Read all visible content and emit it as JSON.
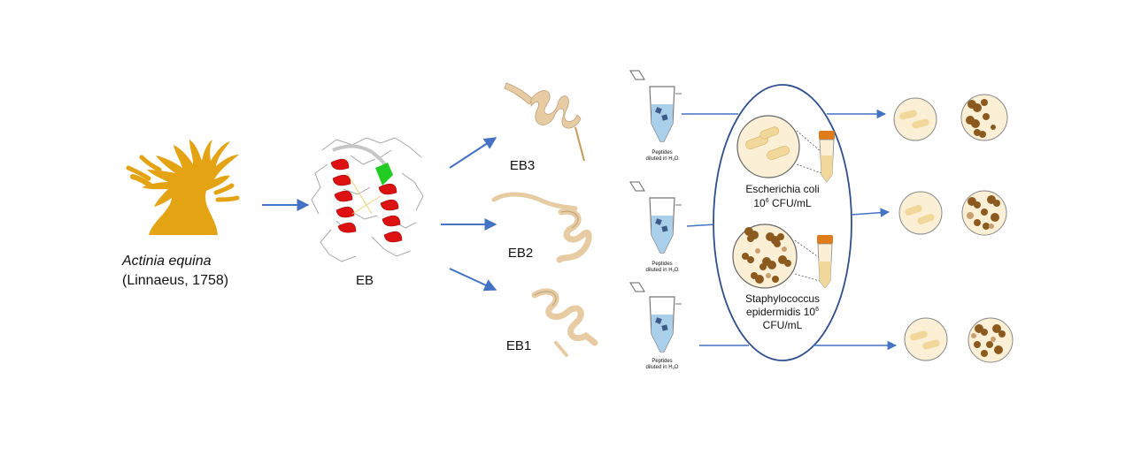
{
  "organism": {
    "species_name": "Actinia equina",
    "authority": "(Linnaeus, 1758)"
  },
  "peptides": {
    "parent": "EB",
    "fragments": [
      "EB3",
      "EB2",
      "EB1"
    ]
  },
  "tubes": {
    "caption_line1": "Peptides",
    "caption_line2": "diluted in H",
    "caption_sub": "2",
    "caption_end": "O"
  },
  "bacteria": {
    "ecoli_name": "Escherichia coli",
    "ecoli_conc_base": "10",
    "ecoli_conc_exp": "6",
    "ecoli_conc_unit": " CFU/mL",
    "staph_line1": "Staphylococcus",
    "staph_line2": "epidermidis 10",
    "staph_exp": "6",
    "staph_line3": "CFU/mL"
  },
  "colors": {
    "anemone": "#E3A312",
    "arrow": "#4472C4",
    "helix_red": "#DD1111",
    "helix_green": "#22CC22",
    "peptide_tan": "#E6CBA3",
    "tube_liquid": "#A9CFEA",
    "ellipse_border": "#2F4E8C",
    "dish_fill": "#FBEFD6",
    "ecoli_cell": "#F2D79B",
    "staph_cell": "#8C5A1E",
    "falcon_cap": "#E07B1A"
  }
}
